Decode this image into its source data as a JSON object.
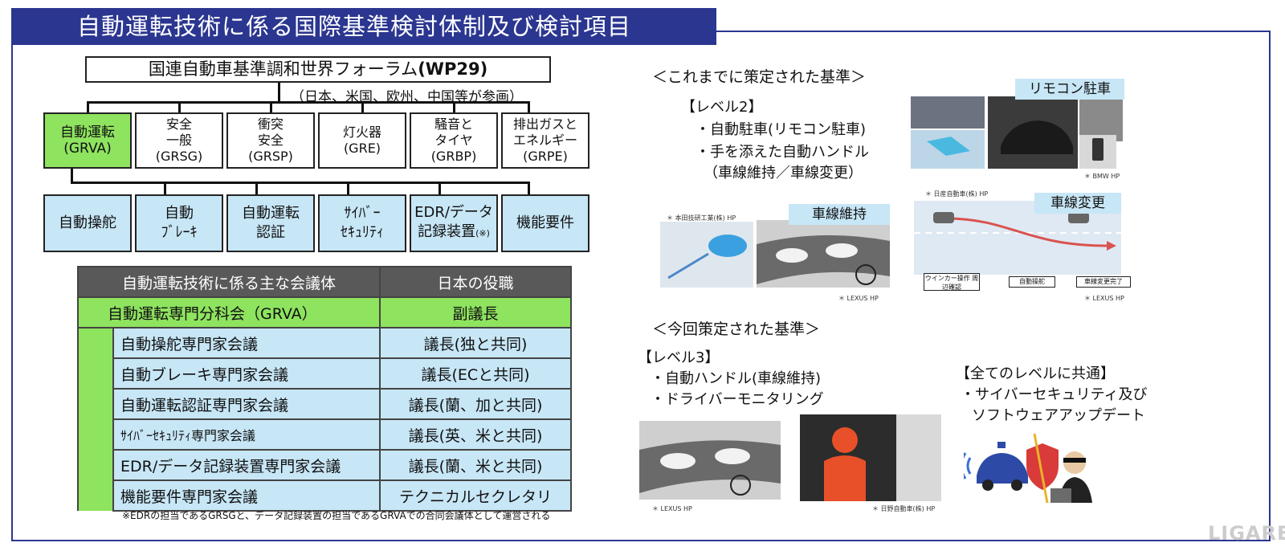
{
  "title": "自動運転技術に係る国際基準検討体制及び検討項目",
  "forum": {
    "name": "国連自動車基準調和世界フォーラム",
    "abbr": "(WP29)",
    "participants": "（日本、米国、欧州、中国等が参画）"
  },
  "working_parties": [
    {
      "line1": "自動運転",
      "line2": "(GRVA)",
      "line3": ""
    },
    {
      "line1": "安全",
      "line2": "一般",
      "line3": "(GRSG)"
    },
    {
      "line1": "衝突",
      "line2": "安全",
      "line3": "(GRSP)"
    },
    {
      "line1": "灯火器",
      "line2": "(GRE)",
      "line3": ""
    },
    {
      "line1": "騒音と",
      "line2": "タイヤ",
      "line3": "(GRBP)"
    },
    {
      "line1": "排出ガスと",
      "line2": "エネルギー",
      "line3": "(GRPE)"
    }
  ],
  "topics": [
    {
      "line1": "自動操舵",
      "line2": ""
    },
    {
      "line1": "自動",
      "line2": "ﾌﾞﾚｰｷ"
    },
    {
      "line1": "自動運転",
      "line2": "認証"
    },
    {
      "line1": "ｻｲﾊﾞｰ",
      "line2": "ｾｷｭﾘﾃｨ"
    },
    {
      "line1": "EDR/データ",
      "line2": "記録装置",
      "line2_suffix": "(※)"
    },
    {
      "line1": "機能要件",
      "line2": ""
    }
  ],
  "table": {
    "headers": [
      "自動運転技術に係る主な会議体",
      "日本の役職"
    ],
    "parent": {
      "name": "自動運転専門分科会（GRVA）",
      "role": "副議長"
    },
    "rows": [
      {
        "name": "自動操舵専門家会議",
        "role": "議長(独と共同)"
      },
      {
        "name": "自動ブレーキ専門家会議",
        "role": "議長(ECと共同)"
      },
      {
        "name": "自動運転認証専門家会議",
        "role": "議長(蘭、加と共同)"
      },
      {
        "name": "ｻｲﾊﾞｰｾｷｭﾘﾃｨ専門家会議",
        "role": "議長(英、米と共同)"
      },
      {
        "name": "EDR/データ記録装置専門家会議",
        "role": "議長(蘭、米と共同)"
      },
      {
        "name": "機能要件専門家会議",
        "role": "テクニカルセクレタリ"
      }
    ],
    "footnote": "※EDRの担当であるGRSGと、データ記録装置の担当であるGRVAでの合同会議体として運営される"
  },
  "existing": {
    "heading": "＜これまでに策定された基準＞",
    "level": "【レベル2】",
    "items": [
      "・自動駐車(リモコン駐車)",
      "・手を添えた自動ハンドル",
      "（車線維持／車線変更）"
    ],
    "remote_label": "リモコン駐車",
    "lane_keep_label": "車線維持",
    "lane_change_label": "車線変更",
    "credits": [
      "＊ 本田技研工業(株) HP",
      "＊ LEXUS  HP",
      "＊ BMW  HP",
      "＊ 日産自動車(株) HP",
      "＊ LEXUS  HP"
    ],
    "lane_change_steps": [
      "ウインカー操作 周辺確認",
      "自動操舵",
      "車線変更完了"
    ]
  },
  "new": {
    "heading": "＜今回策定された基準＞",
    "level": "【レベル3】",
    "items": [
      "・自動ハンドル(車線維持)",
      "・ドライバーモニタリング"
    ],
    "credits": [
      "＊ LEXUS  HP",
      "＊ 日野自動車(株) HP"
    ]
  },
  "common": {
    "heading": "【全てのレベルに共通】",
    "items": [
      "・サイバーセキュリティ及び",
      "ソフトウェアアップデート"
    ]
  },
  "watermark": "LIGARE"
}
